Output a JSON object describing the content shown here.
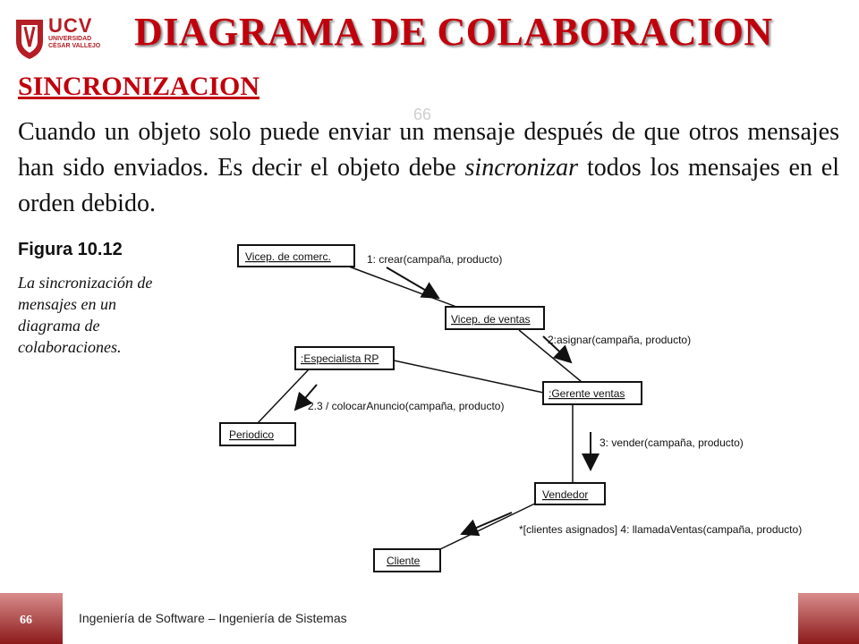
{
  "header": {
    "logo_text": "UCV",
    "logo_sub": "UNIVERSIDAD CÉSAR VALLEJO",
    "title": "DIAGRAMA DE COLABORACION"
  },
  "section_title": "SINCRONIZACION",
  "watermark": "66",
  "paragraph": {
    "before": "Cuando un objeto solo puede enviar un mensaje después de que otros mensajes han sido enviados. Es decir el objeto debe ",
    "emphasis": "sincronizar",
    "after": " todos los mensajes en el orden debido."
  },
  "figure": {
    "label": "Figura 10.12",
    "caption": "La sincronización de mensajes en un diagrama de colaboraciones."
  },
  "diagram": {
    "objects": {
      "vicep_comerc": "Vicep. de comerc.",
      "vicep_ventas": "Vicep. de ventas",
      "gerente_ventas": ":Gerente ventas",
      "especialista": ":Especialista RP",
      "periodico": "Periodico",
      "vendedor": "Vendedor",
      "cliente": "Cliente"
    },
    "messages": {
      "m1": "1: crear(campaña, producto)",
      "m2": "2:asignar(campaña, producto)",
      "m23": "2.3 / colocarAnuncio(campaña, producto)",
      "m3": "3: vender(campaña, producto)",
      "m4": "*[clientes asignados] 4: llamadaVentas(campaña, producto)"
    }
  },
  "footer": {
    "page_number": "66",
    "text": "Ingeniería de Software – Ingeniería de Sistemas"
  }
}
